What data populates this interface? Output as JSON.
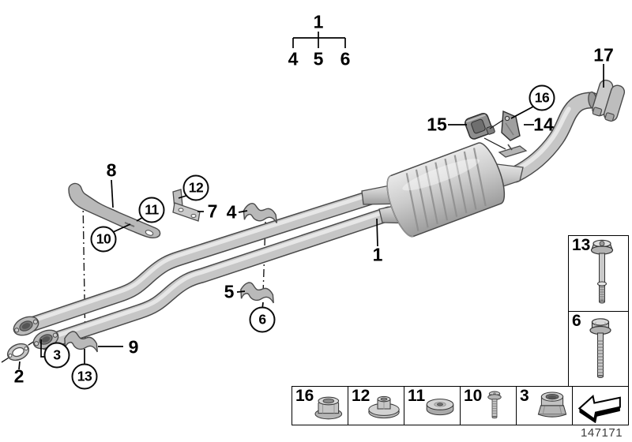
{
  "palette": {
    "background": "#ffffff",
    "line": "#000000",
    "metal_light": "#e9e9e9",
    "metal_mid": "#c6c6c6",
    "metal_dark": "#8f8f8f",
    "outline": "#4a4a4a",
    "rubber_dark": "#8e8e8e"
  },
  "callouts": [
    {
      "label": "1"
    },
    {
      "label": "4"
    },
    {
      "label": "5"
    },
    {
      "label": "6"
    },
    {
      "label": "17"
    },
    {
      "label": "15"
    },
    {
      "label": "14"
    },
    {
      "label": "8"
    },
    {
      "label": "7"
    },
    {
      "label": "4"
    },
    {
      "label": "1"
    },
    {
      "label": "5"
    },
    {
      "label": "9"
    },
    {
      "label": "2"
    },
    {
      "label": "16"
    },
    {
      "label": "12"
    },
    {
      "label": "11"
    },
    {
      "label": "10"
    },
    {
      "label": "6"
    },
    {
      "label": "3"
    },
    {
      "label": "13"
    }
  ],
  "side_panel": {
    "items": [
      {
        "label": "13",
        "icon": "flange-bolt-short-thread-icon"
      },
      {
        "label": "6",
        "icon": "flange-bolt-full-thread-icon"
      }
    ]
  },
  "bottom_panel": {
    "items": [
      {
        "label": "16",
        "icon": "hex-flange-nut-icon"
      },
      {
        "label": "12",
        "icon": "flange-nut-icon"
      },
      {
        "label": "11",
        "icon": "damper-washer-icon"
      },
      {
        "label": "10",
        "icon": "torx-screw-icon"
      },
      {
        "label": "3",
        "icon": "collar-nut-icon"
      },
      {
        "label": "",
        "icon": "direction-of-travel-arrow-icon"
      }
    ]
  },
  "footer": {
    "sheet_number": "147171"
  }
}
